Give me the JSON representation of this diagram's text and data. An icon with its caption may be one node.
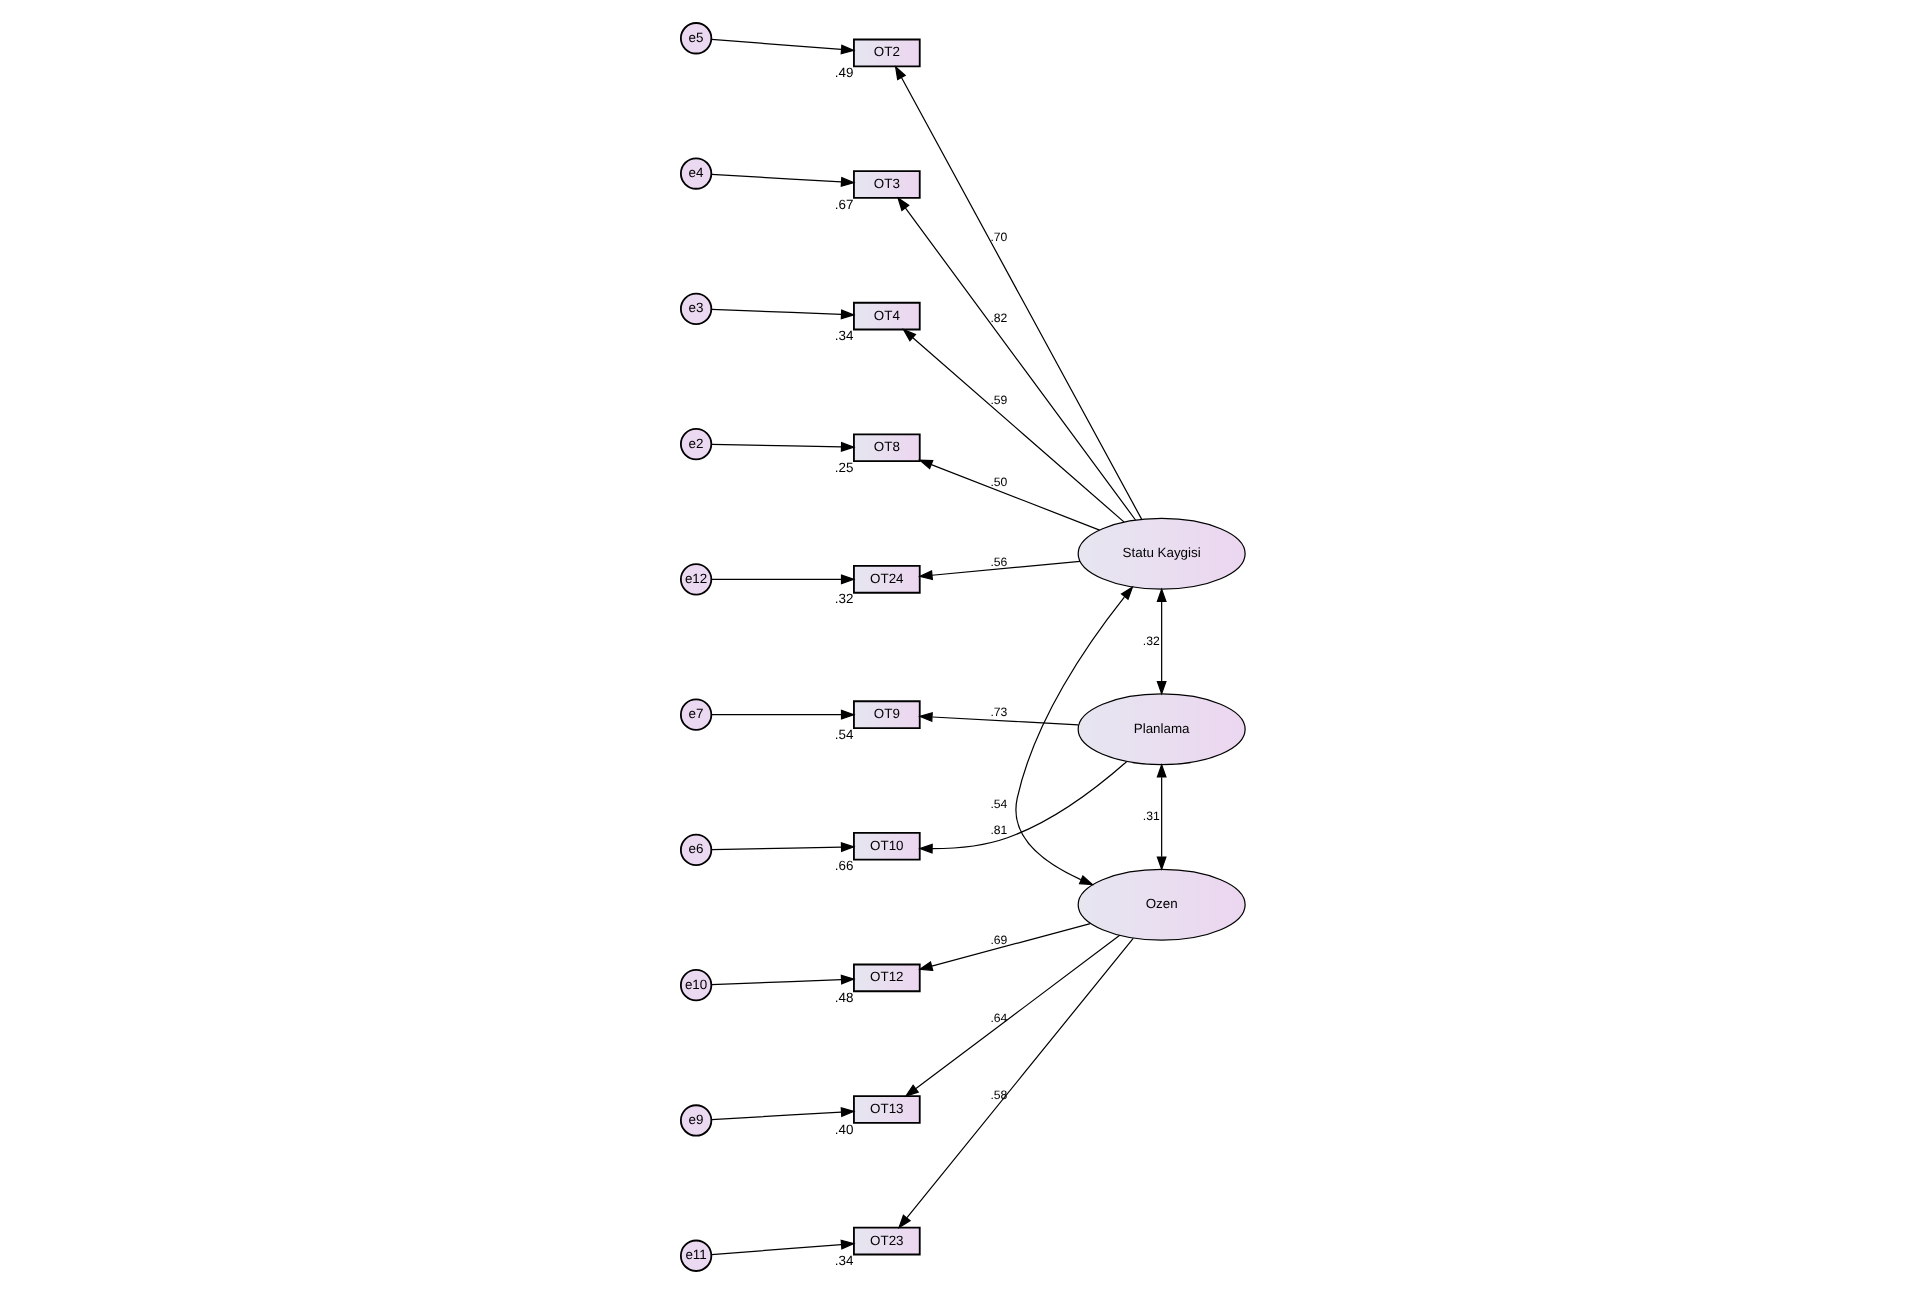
{
  "diagram": {
    "nodes": [
      {
        "text": [
          "e5"
        ]
      },
      {
        "text": [
          "e4"
        ]
      },
      {
        "text": [
          "e3"
        ]
      },
      {
        "text": [
          "e2"
        ]
      },
      {
        "text": [
          "e12"
        ]
      },
      {
        "text": [
          "e7"
        ]
      },
      {
        "text": [
          "e6"
        ]
      },
      {
        "text": [
          "e10"
        ]
      },
      {
        "text": [
          "e9"
        ]
      },
      {
        "text": [
          "e11"
        ]
      },
      {
        "text": [
          "OT2"
        ],
        "beside": [
          ".49"
        ]
      },
      {
        "text": [
          "OT3"
        ],
        "beside": [
          ".67"
        ]
      },
      {
        "text": [
          "OT4"
        ],
        "beside": [
          ".34"
        ]
      },
      {
        "text": [
          "OT8"
        ],
        "beside": [
          ".25"
        ]
      },
      {
        "text": [
          "OT24"
        ],
        "beside": [
          ".32"
        ]
      },
      {
        "text": [
          "OT9"
        ],
        "beside": [
          ".54"
        ]
      },
      {
        "text": [
          "OT10"
        ],
        "beside": [
          ".66"
        ]
      },
      {
        "text": [
          "OT12"
        ],
        "beside": [
          ".48"
        ]
      },
      {
        "text": [
          "OT13"
        ],
        "beside": [
          ".40"
        ]
      },
      {
        "text": [
          "OT23"
        ],
        "beside": [
          ".34"
        ]
      },
      {
        "text": [
          "Statu Kaygisi"
        ]
      },
      {
        "text": [
          "Planlama"
        ]
      },
      {
        "text": [
          "Ozen"
        ]
      }
    ],
    "edges": [
      {
        "from": 0,
        "to": 10,
        "arrow": "to"
      },
      {
        "from": 1,
        "to": 11,
        "arrow": "to"
      },
      {
        "from": 2,
        "to": 12,
        "arrow": "to"
      },
      {
        "from": 3,
        "to": 13,
        "arrow": "to"
      },
      {
        "from": 4,
        "to": 14,
        "arrow": "to"
      },
      {
        "from": 5,
        "to": 15,
        "arrow": "to"
      },
      {
        "from": 6,
        "to": 16,
        "arrow": "to"
      },
      {
        "from": 7,
        "to": 17,
        "arrow": "to"
      },
      {
        "from": 8,
        "to": 18,
        "arrow": "to"
      },
      {
        "from": 9,
        "to": 19,
        "arrow": "to"
      },
      {
        "from": 20,
        "to": 10,
        "arrow": "to",
        "label": ".70"
      },
      {
        "from": 20,
        "to": 11,
        "arrow": "to",
        "label": ".82"
      },
      {
        "from": 20,
        "to": 12,
        "arrow": "to",
        "label": ".59"
      },
      {
        "from": 20,
        "to": 13,
        "arrow": "to",
        "label": ".50"
      },
      {
        "from": 20,
        "to": 14,
        "arrow": "to",
        "label": ".56"
      },
      {
        "from": 21,
        "to": 15,
        "arrow": "to",
        "label": ".73"
      },
      {
        "from": 21,
        "to": 16,
        "arrow": "to",
        "label": ".81"
      },
      {
        "from": 22,
        "to": 17,
        "arrow": "to",
        "label": ".69"
      },
      {
        "from": 22,
        "to": 18,
        "arrow": "to",
        "label": ".64"
      },
      {
        "from": 22,
        "to": 19,
        "arrow": "to",
        "label": ".58"
      },
      {
        "from": 20,
        "to": 21,
        "arrow": "both",
        "label": ".32"
      },
      {
        "from": 21,
        "to": 22,
        "arrow": "both",
        "label": ".31"
      },
      {
        "from": 20,
        "to": 22,
        "arrow": "both",
        "label": ".54"
      }
    ]
  }
}
